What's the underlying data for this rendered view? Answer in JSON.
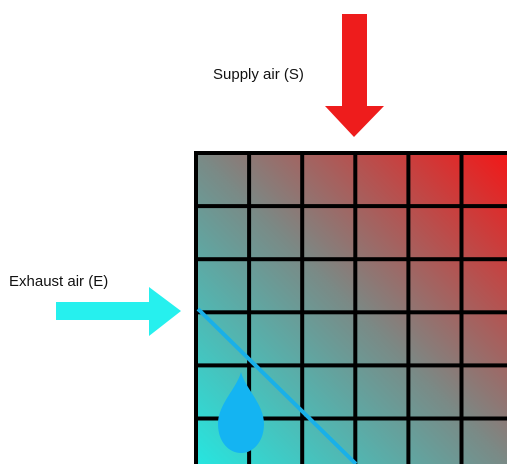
{
  "diagram": {
    "supply": {
      "label": "Supply air (S)",
      "color": "#ee1c1c"
    },
    "exhaust": {
      "label": "Exhaust air (E)",
      "color": "#26f0ee"
    },
    "grid": {
      "rows": 6,
      "cols": 6,
      "gradient_from": "#26e6e0",
      "gradient_mid": "#7a8a86",
      "gradient_to": "#f21818",
      "line_color": "#000000"
    },
    "condensation_line_color": "#19b0e8",
    "water_drop": {
      "icon": "water-drop-icon",
      "color": "#14b4f2"
    }
  }
}
